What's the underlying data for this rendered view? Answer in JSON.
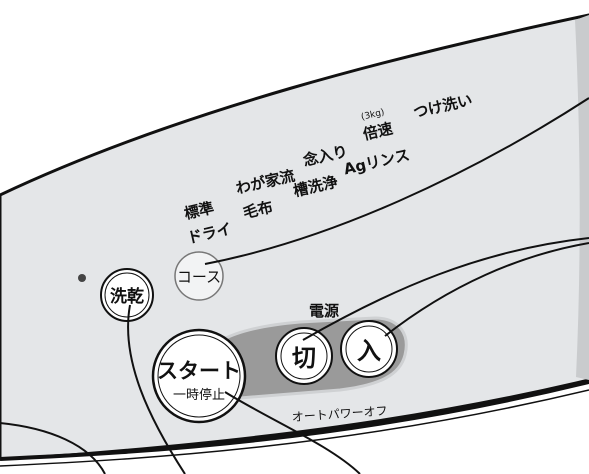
{
  "panel": {
    "course_labels": {
      "row1": [
        "標準",
        "わが家流",
        "念入り",
        "倍速",
        "つけ洗い"
      ],
      "capacity_note": "(3kg)",
      "row2": [
        "ドライ",
        "毛布",
        "槽洗浄",
        "Agリンス"
      ]
    },
    "buttons": {
      "wash_dry": "洗乾",
      "course": "コース",
      "start_main": "スタート",
      "start_sub": "一時停止",
      "power_off": "切",
      "power_on": "入"
    },
    "power_title": "電源",
    "auto_power_off": "オートパワーオフ",
    "colors": {
      "panel": "#e4e6e8",
      "recess": "#9a9a9a",
      "button_face": "#ffffff",
      "line": "#111111"
    }
  }
}
